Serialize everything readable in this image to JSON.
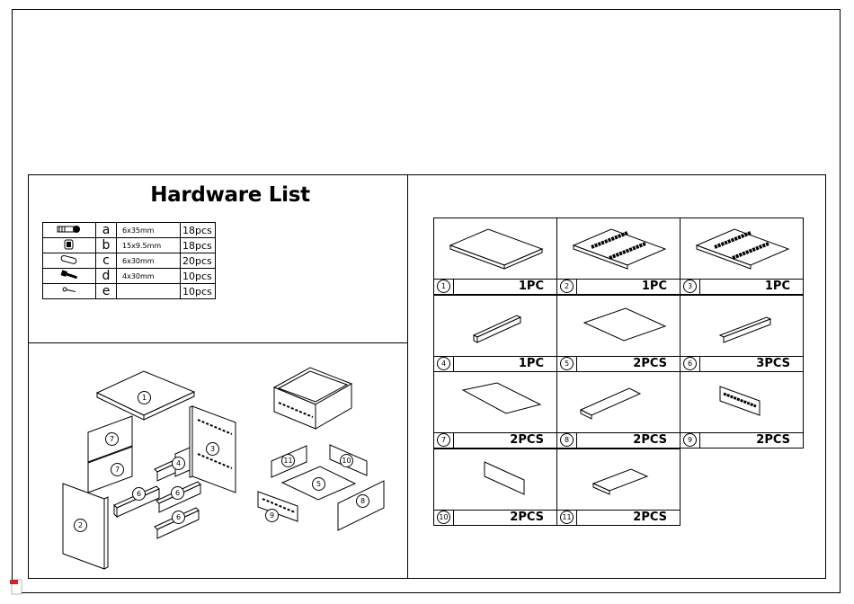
{
  "hardware": {
    "title": "Hardware List",
    "items": [
      {
        "icon": "cam-bolt-icon",
        "letter": "a",
        "size": "6x35mm",
        "qty": "18pcs"
      },
      {
        "icon": "cam-lock-icon",
        "letter": "b",
        "size": "15x9.5mm",
        "qty": "18pcs"
      },
      {
        "icon": "wood-dowel-icon",
        "letter": "c",
        "size": "6x30mm",
        "qty": "20pcs"
      },
      {
        "icon": "screw-icon",
        "letter": "d",
        "size": "4x30mm",
        "qty": "10pcs"
      },
      {
        "icon": "nail-icon",
        "letter": "e",
        "size": "",
        "qty": "10pcs"
      }
    ]
  },
  "exploded_labels": [
    "1",
    "7",
    "7",
    "2",
    "6",
    "4",
    "6",
    "6",
    "3",
    "11",
    "10",
    "5",
    "9",
    "8"
  ],
  "parts": [
    {
      "num": "1",
      "qty": "1PC"
    },
    {
      "num": "2",
      "qty": "1PC"
    },
    {
      "num": "3",
      "qty": "1PC"
    },
    {
      "num": "4",
      "qty": "1PC"
    },
    {
      "num": "5",
      "qty": "2PCS"
    },
    {
      "num": "6",
      "qty": "3PCS"
    },
    {
      "num": "7",
      "qty": "2PCS"
    },
    {
      "num": "8",
      "qty": "2PCS"
    },
    {
      "num": "9",
      "qty": "2PCS"
    },
    {
      "num": "10",
      "qty": "2PCS"
    },
    {
      "num": "11",
      "qty": "2PCS"
    }
  ]
}
